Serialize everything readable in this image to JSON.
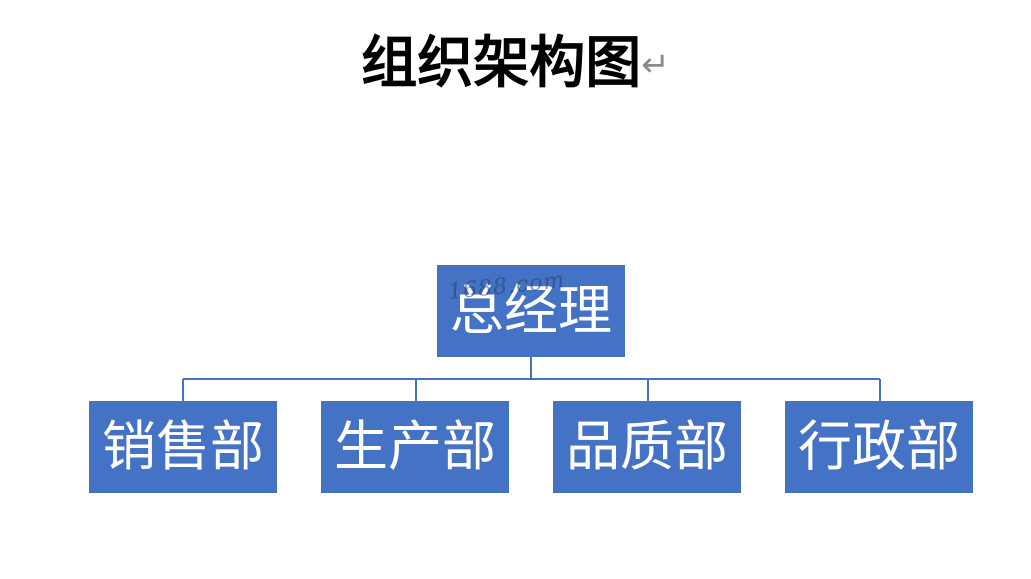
{
  "title": "组织架构图",
  "paragraph_mark": "↵",
  "root": {
    "label": "总经理",
    "watermark": "1688.com"
  },
  "departments": [
    {
      "label": "销售部"
    },
    {
      "label": "生产部"
    },
    {
      "label": "品质部"
    },
    {
      "label": "行政部"
    }
  ],
  "colors": {
    "box_fill": "#4472c4",
    "box_text": "#ffffff",
    "connector": "#4472c4"
  }
}
